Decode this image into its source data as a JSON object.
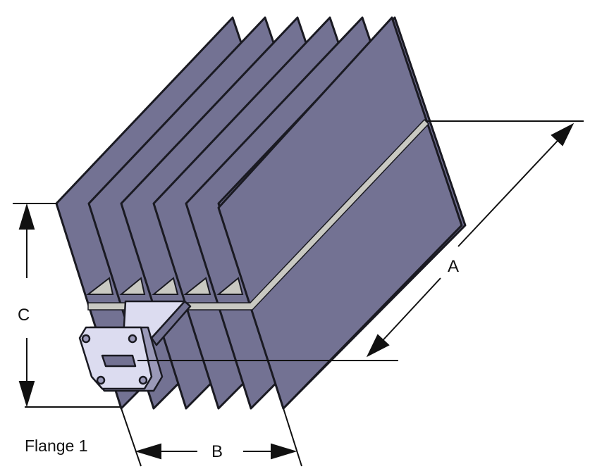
{
  "diagram": {
    "labels": {
      "a": "A",
      "b": "B",
      "c": "C",
      "flange": "Flange 1"
    },
    "colors": {
      "fin": "#737293",
      "fin_edge": "#1a1a22",
      "gap": "#c9c9c2",
      "flange": "#dcdcf0",
      "line": "#111111"
    }
  }
}
